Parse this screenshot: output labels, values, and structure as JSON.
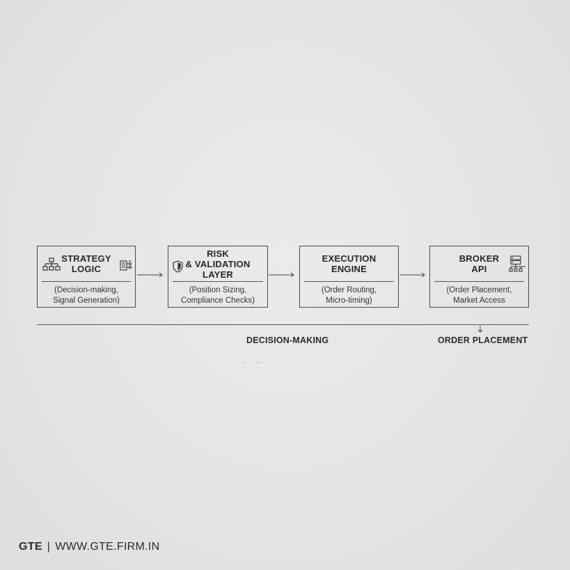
{
  "diagram": {
    "boxes": [
      {
        "title_lines": [
          "STRATEGY",
          "LOGIC"
        ],
        "desc_lines": [
          "(Decision-making,",
          "Signal Generation)"
        ],
        "icons": [
          "hierarchy-icon",
          "processor-icon"
        ]
      },
      {
        "title_lines": [
          "RISK",
          "& VALIDATION",
          "LAYER"
        ],
        "desc_lines": [
          "(Position Sizing,",
          "Compliance Checks)"
        ],
        "icons": [
          "shield-icon"
        ]
      },
      {
        "title_lines": [
          "EXECUTION",
          "ENGINE"
        ],
        "desc_lines": [
          "(Order Routing,",
          "Micro-timing)"
        ],
        "icons": []
      },
      {
        "title_lines": [
          "BROKER",
          "API"
        ],
        "desc_lines": [
          "(Order Placement,",
          "Market Access"
        ],
        "icons": [
          "server-network-icon"
        ]
      }
    ],
    "stage_labels": {
      "decision": "DECISION-MAKING",
      "order": "ORDER PLACEMENT"
    }
  },
  "footer": {
    "brand": "GTE",
    "separator": "|",
    "url": "WWW.GTE.FIRM.IN"
  },
  "colors": {
    "background": "#e5e5e4",
    "line": "#4a4a4a",
    "text": "#2a2a2a"
  }
}
